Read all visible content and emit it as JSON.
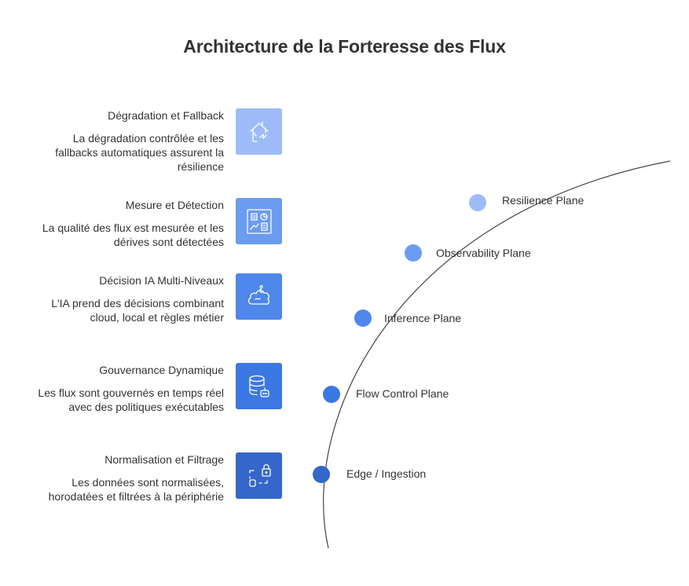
{
  "title": "Architecture de la Forteresse des Flux",
  "layers": [
    {
      "heading": "Dégradation et Fallback",
      "description": "La dégradation contrôlée et les fallbacks automatiques assurent la résilience",
      "icon": "home-lightning-icon",
      "color": "#9dbcf7"
    },
    {
      "heading": "Mesure et Détection",
      "description": "La qualité des flux est mesurée et les dérives sont détectées",
      "icon": "dashboard-icon",
      "color": "#6b9cf0"
    },
    {
      "heading": "Décision IA Multi-Niveaux",
      "description": "L'IA prend des décisions combinant cloud, local et règles métier",
      "icon": "cloud-icon",
      "color": "#4f87ea"
    },
    {
      "heading": "Gouvernance Dynamique",
      "description": "Les flux sont gouvernés en temps réel avec des politiques exécutables",
      "icon": "database-bot-icon",
      "color": "#3c78e3"
    },
    {
      "heading": "Normalisation et Filtrage",
      "description": "Les données sont normalisées, horodatées et filtrées à la périphérie",
      "icon": "secure-scan-icon",
      "color": "#3467c9"
    }
  ],
  "planes": [
    {
      "label": "Resilience Plane",
      "color": "#9dbcf7"
    },
    {
      "label": "Observability Plane",
      "color": "#6b9cf0"
    },
    {
      "label": "Inference Plane",
      "color": "#4f87ea"
    },
    {
      "label": "Flow Control Plane",
      "color": "#3c78e3"
    },
    {
      "label": "Edge / Ingestion",
      "color": "#3467c9"
    }
  ]
}
